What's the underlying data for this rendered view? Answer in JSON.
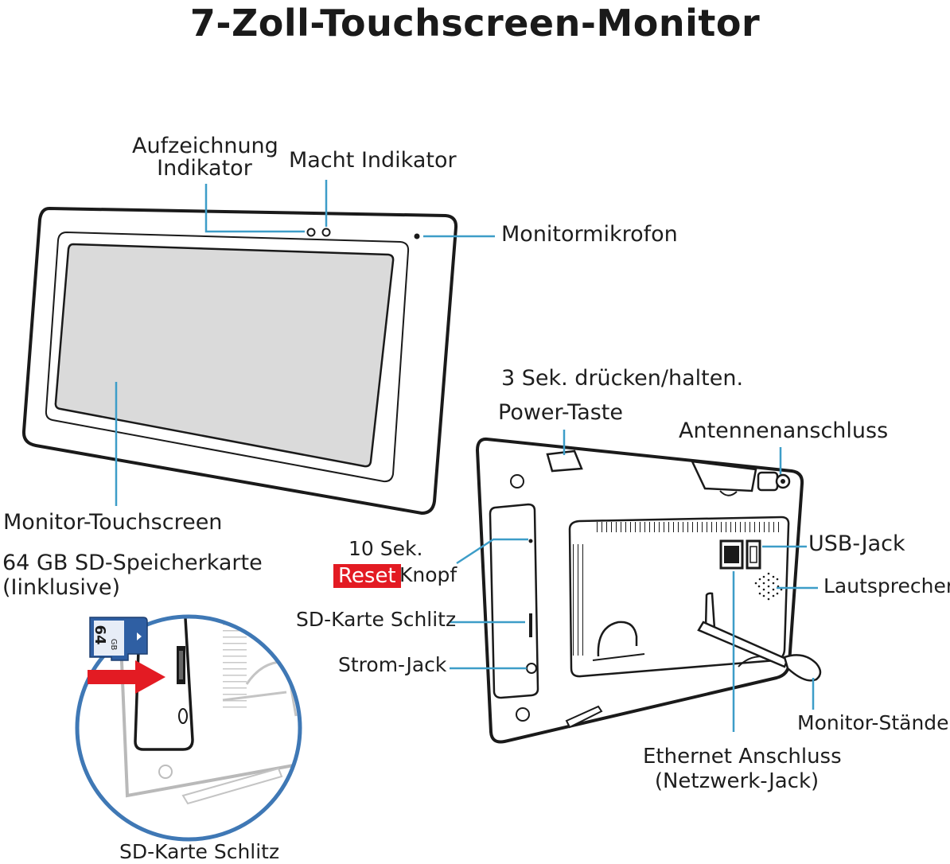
{
  "title": "7-Zoll-Touchscreen-Monitor",
  "labels": {
    "recording_indicator": [
      "Aufzeichnung",
      "Indikator"
    ],
    "power_indicator": "Macht Indikator",
    "monitor_mic": "Monitormikrofon",
    "touchscreen": "Monitor-Touchscreen",
    "sd_card": [
      "64 GB SD-Speicherkarte",
      "(Iinklusive)"
    ],
    "hold_hint": "3 Sek. drücken/halten.",
    "power_button": "Power-Taste",
    "antenna": "Antennenanschluss",
    "reset_seconds": "10 Sek.",
    "reset_badge": "Reset",
    "reset_button": "Knopf",
    "usb": "USB-Jack",
    "speaker": "Lautsprecher",
    "sd_slot": "SD-Karte Schlitz",
    "power_jack": "Strom-Jack",
    "stand": "Monitor-Ständer",
    "ethernet": [
      "Ethernet Anschluss",
      "(Netzwerk-Jack)"
    ],
    "sd_slot_zoom": "SD-Karte Schlitz"
  },
  "sd_card_face": {
    "capacity": "64",
    "unit": "GB"
  },
  "colors": {
    "callout_line": "#3d9dc8",
    "arrow": "#e31b23",
    "reset_bg": "#e31b23",
    "screen": "#d9d9d9",
    "sd_card": "#2f5fa3",
    "zoom_circle": "#3f78b5",
    "outline": "#1a1a1a"
  }
}
